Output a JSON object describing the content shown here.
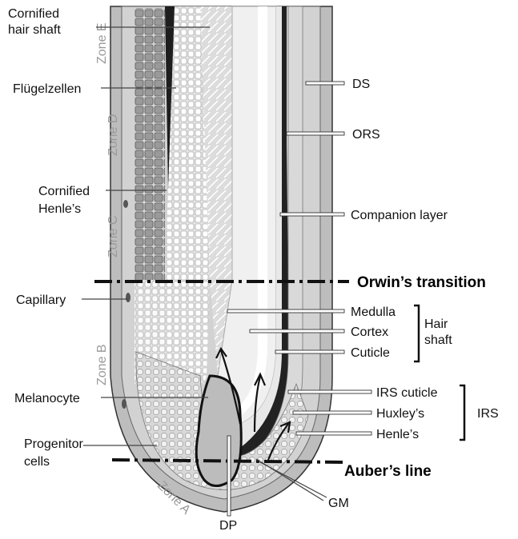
{
  "left_labels": {
    "cornified_hair_shaft": [
      "Cornified",
      "hair shaft"
    ],
    "flugelzellen": "Flügelzellen",
    "cornified_henles": [
      "Cornified",
      "Henle’s"
    ],
    "capillary": "Capillary",
    "melanocyte": "Melanocyte",
    "progenitor_cells": [
      "Progenitor",
      "cells"
    ]
  },
  "right_labels": {
    "ds": "DS",
    "ors": "ORS",
    "companion_layer": "Companion layer",
    "medulla": "Medulla",
    "cortex": "Cortex",
    "cuticle": "Cuticle",
    "hair_shaft_group": [
      "Hair",
      "shaft"
    ],
    "irs_cuticle": "IRS cuticle",
    "huxleys": "Huxley’s",
    "henles": "Henle’s",
    "irs_group": "IRS",
    "gm": "GM"
  },
  "bottom_labels": {
    "dp": "DP"
  },
  "lines": {
    "orwins_transition": "Orwin’s transition",
    "aubers_line": "Auber’s line"
  },
  "zones": {
    "a": "Zone A",
    "b": "Zone B",
    "c": "Zone C",
    "d": "Zone D",
    "e": "Zone E"
  },
  "colors": {
    "outer_sheath": "#b9b9b9",
    "inner_light": "#e6e6e6",
    "hair_center": "#f4f4f4",
    "dark_band": "#2a2a2a",
    "cells": "#8a8a8a",
    "bulb_dark": "#555555"
  }
}
